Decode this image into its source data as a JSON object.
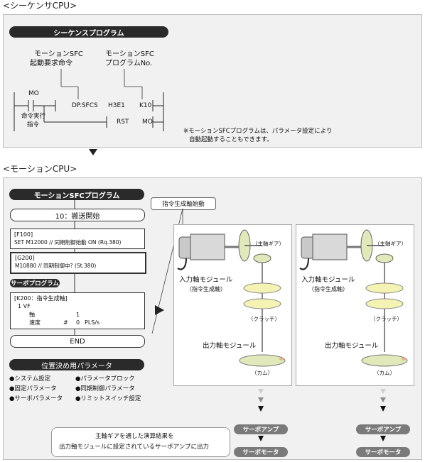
{
  "sequencer": {
    "title": "<シーケンサCPU>",
    "program_label": "シーケンスプログラム",
    "sfc_request_label": [
      "モーションSFC",
      "起動要求命令"
    ],
    "sfc_program_label": [
      "モーションSFC",
      "プログラムNo."
    ],
    "contact": "MO",
    "contact_desc": [
      "命令実行",
      "指令"
    ],
    "instruction": [
      "DP.SFCS",
      "H3E1",
      "K10"
    ],
    "rst": [
      "RST",
      "MO"
    ],
    "note": [
      "※モーションSFCプログラムは、パラメータ設定により",
      "自動起動することもできます。"
    ]
  },
  "motion": {
    "title": "<モーションCPU>",
    "sfc_program_label": "モーションSFCプログラム",
    "start_step": "10：搬送開始",
    "f100": [
      "[F100]",
      "SET M12000    // 同期制御始動 ON (Rq.380)"
    ],
    "g200": [
      "[G200]",
      "M10880    // 同期制御中? (St.380)"
    ],
    "servo_program_label": "サーボプログラム",
    "k200": [
      "[K200：指令生成軸]",
      "1   VF",
      "軸",
      "1",
      "速度",
      "#",
      "0",
      "PLS/s"
    ],
    "end": "END",
    "positioning_label": "位置決め用パラメータ",
    "params": [
      "●システム設定",
      "●パラメータブロック",
      "●固定パラメータ",
      "●同期制御パラメータ",
      "●サーボパラメータ",
      "●リミットスイッチ設定"
    ],
    "command_axis_start": "指令生成軸始動",
    "main_gear": "（主軸ギア）",
    "input_module": "入力軸モジュール",
    "input_module_sub": "（指令生成軸）",
    "clutch": "（クラッチ）",
    "output_module": "出力軸モジュール",
    "cam": "（カム）",
    "note": [
      "主軸ギアを通した演算結果を",
      "出力軸モジュールに設定されているサーボアンプに出力"
    ],
    "servo_amp": "サーボアンプ",
    "servo_motor": "サーボモータ"
  },
  "colors": {
    "accent_green": "#dfe9b9",
    "accent_yellow": "#f4f3b3",
    "dark": "#2a2a2a"
  }
}
